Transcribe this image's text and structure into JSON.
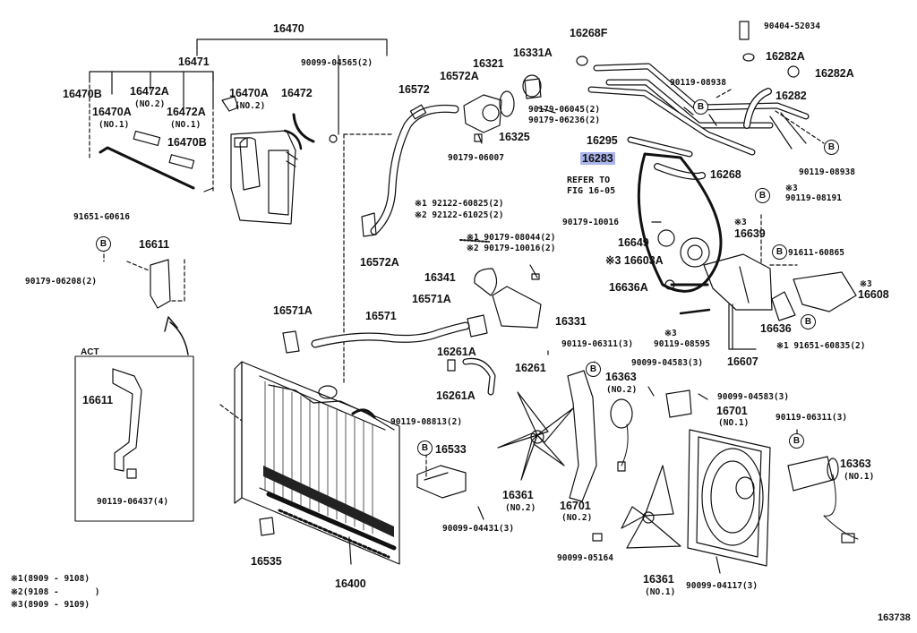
{
  "diagram": {
    "figure_number": "163738",
    "act_box_label": "ACT",
    "badge_letter": "B",
    "highlight_color": "#a9b4ea",
    "legend": [
      {
        "mark": "※1",
        "text": "(8909 - 9108)"
      },
      {
        "mark": "※2",
        "text": "(9108 -       )"
      },
      {
        "mark": "※3",
        "text": "(8909 - 9109)"
      }
    ],
    "refer_note": [
      "REFER TO",
      "FIG 16-05"
    ],
    "parts": {
      "p16470": "16470",
      "p16471": "16471",
      "p16470B_a": "16470B",
      "p16472A_a": "16472A",
      "p16472A_a_sub": "(NO.2)",
      "p16470A_a": "16470A",
      "p16470A_a_sub": "(NO.1)",
      "p16472A_b": "16472A",
      "p16472A_b_sub": "(NO.1)",
      "p16470A_b": "16470A",
      "p16470A_b_sub": "(NO.2)",
      "p16472": "16472",
      "p90099_04565": "90099-04565(2)",
      "p16470B_b": "16470B",
      "p16572": "16572",
      "p16572A_a": "16572A",
      "p16321": "16321",
      "p16331A": "16331A",
      "p90179_06045": "90179-06045(2)",
      "p90179_06236": "90179-06236(2)",
      "p16325": "16325",
      "p90179_06007": "90179-06007",
      "p16268F": "16268F",
      "p90404_52034": "90404-52034",
      "p16282A_a": "16282A",
      "p16282A_b": "16282A",
      "p90119_08938_a": "90119-08938",
      "p16282": "16282",
      "p16295": "16295",
      "p16283": "16283",
      "p16268": "16268",
      "p90119_08938_b": "90119-08938",
      "p91651_G0616": "91651-G0616",
      "p16611_a": "16611",
      "p90179_06208": "90179-06208(2)",
      "p92122_60825": "※1 92122-60825(2)",
      "p92122_61025": "※2 92122-61025(2)",
      "p16572A_b": "16572A",
      "p90179_08044": "※1 90179-08044(2)",
      "p90179_10016_b": "※2 90179-10016(2)",
      "p90179_10016_a": "90179-10016",
      "p16639_mark": "※3",
      "p16639": "16639",
      "p16649": "16649",
      "p16603A": "※3 16603A",
      "p90119_08191_mark": "※3",
      "p90119_08191": "90119-08191",
      "p91611_60865": "91611-60865",
      "p16608_mark": "※3",
      "p16608": "16608",
      "p16636A": "16636A",
      "p16341": "16341",
      "p16571A_a": "16571A",
      "p16331": "16331",
      "p16571A_b": "16571A",
      "p16571": "16571",
      "p90119_08595_mark": "※3",
      "p90119_08595": "90119-08595",
      "p16636": "16636",
      "p91651_60835": "※1 91651-60835(2)",
      "p16607": "16607",
      "p90119_06311_a": "90119-06311(3)",
      "p16261A_a": "16261A",
      "p16261": "16261",
      "p16261A_b": "16261A",
      "p90099_04583_a": "90099-04583(3)",
      "p16363_a": "16363",
      "p16363_a_sub": "(NO.2)",
      "p90099_04583_b": "90099-04583(3)",
      "p16701_a": "16701",
      "p16701_a_sub": "(NO.1)",
      "p90119_06311_b": "90119-06311(3)",
      "p16611_b": "16611",
      "p90119_06437": "90119-06437(4)",
      "p90119_08813": "90119-08813(2)",
      "p16533": "16533",
      "p16361_a": "16361",
      "p16361_a_sub": "(NO.2)",
      "p90099_04431": "90099-04431(3)",
      "p16701_b": "16701",
      "p16701_b_sub": "(NO.2)",
      "p16363_b": "16363",
      "p16363_b_sub": "(NO.1)",
      "p16535": "16535",
      "p16400": "16400",
      "p90099_05164": "90099-05164",
      "p16361_b": "16361",
      "p16361_b_sub": "(NO.1)",
      "p90099_04117": "90099-04117(3)"
    }
  }
}
